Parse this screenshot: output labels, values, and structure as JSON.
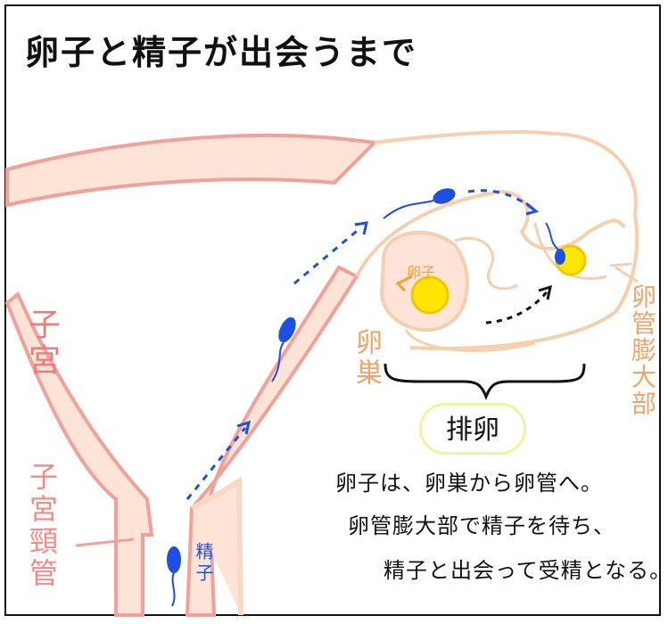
{
  "title": "卵子と精子が出会うまで",
  "labels": {
    "uterus": "子宮",
    "cervical_canal": "子宮頸管",
    "sperm": "精子",
    "egg": "卵子",
    "ovary": "卵巣",
    "ampulla": "卵管膨大部",
    "ovulation": "排卵"
  },
  "description": [
    "卵子は、卵巣から卵管へ。",
    "卵管膨大部で精子を待ち、",
    "精子と出会って受精となる。"
  ],
  "colors": {
    "uterus_stroke": "#f4a09a",
    "uterus_fill": "#fde4d6",
    "tube_stroke": "#f6cfae",
    "sperm": "#1d4fe0",
    "egg": "#ffe600"
  }
}
